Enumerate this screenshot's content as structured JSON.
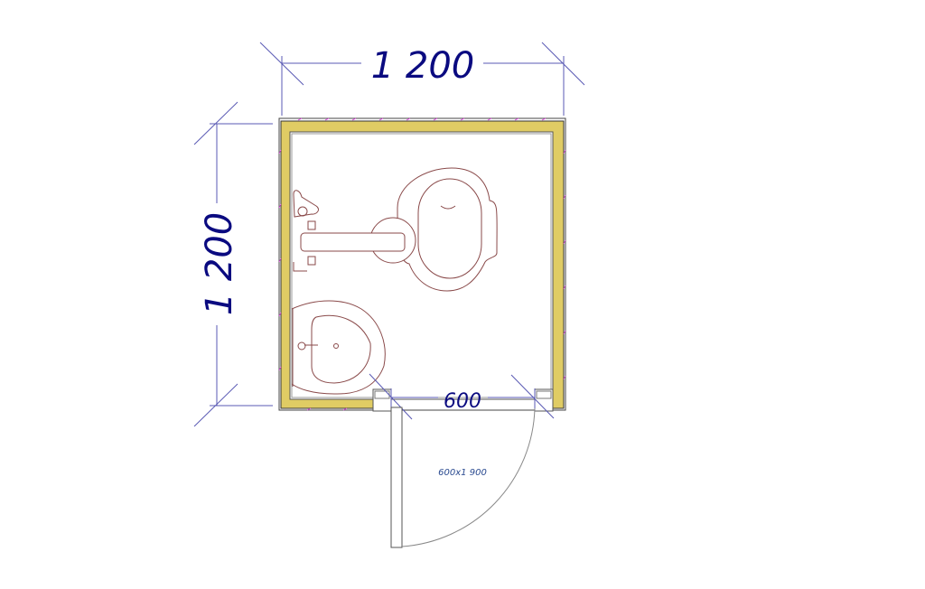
{
  "dimensions": {
    "width_label": "1 200",
    "height_label": "1 200",
    "door_opening_label": "600"
  },
  "door": {
    "size_label": "600x1 900"
  },
  "colors": {
    "wall_fill": "#e0cc64",
    "dimension": "#0a0a80",
    "dimension_line": "#5a5ab4",
    "fixture": "#8a4a4a",
    "hatch": "#e040e0"
  }
}
